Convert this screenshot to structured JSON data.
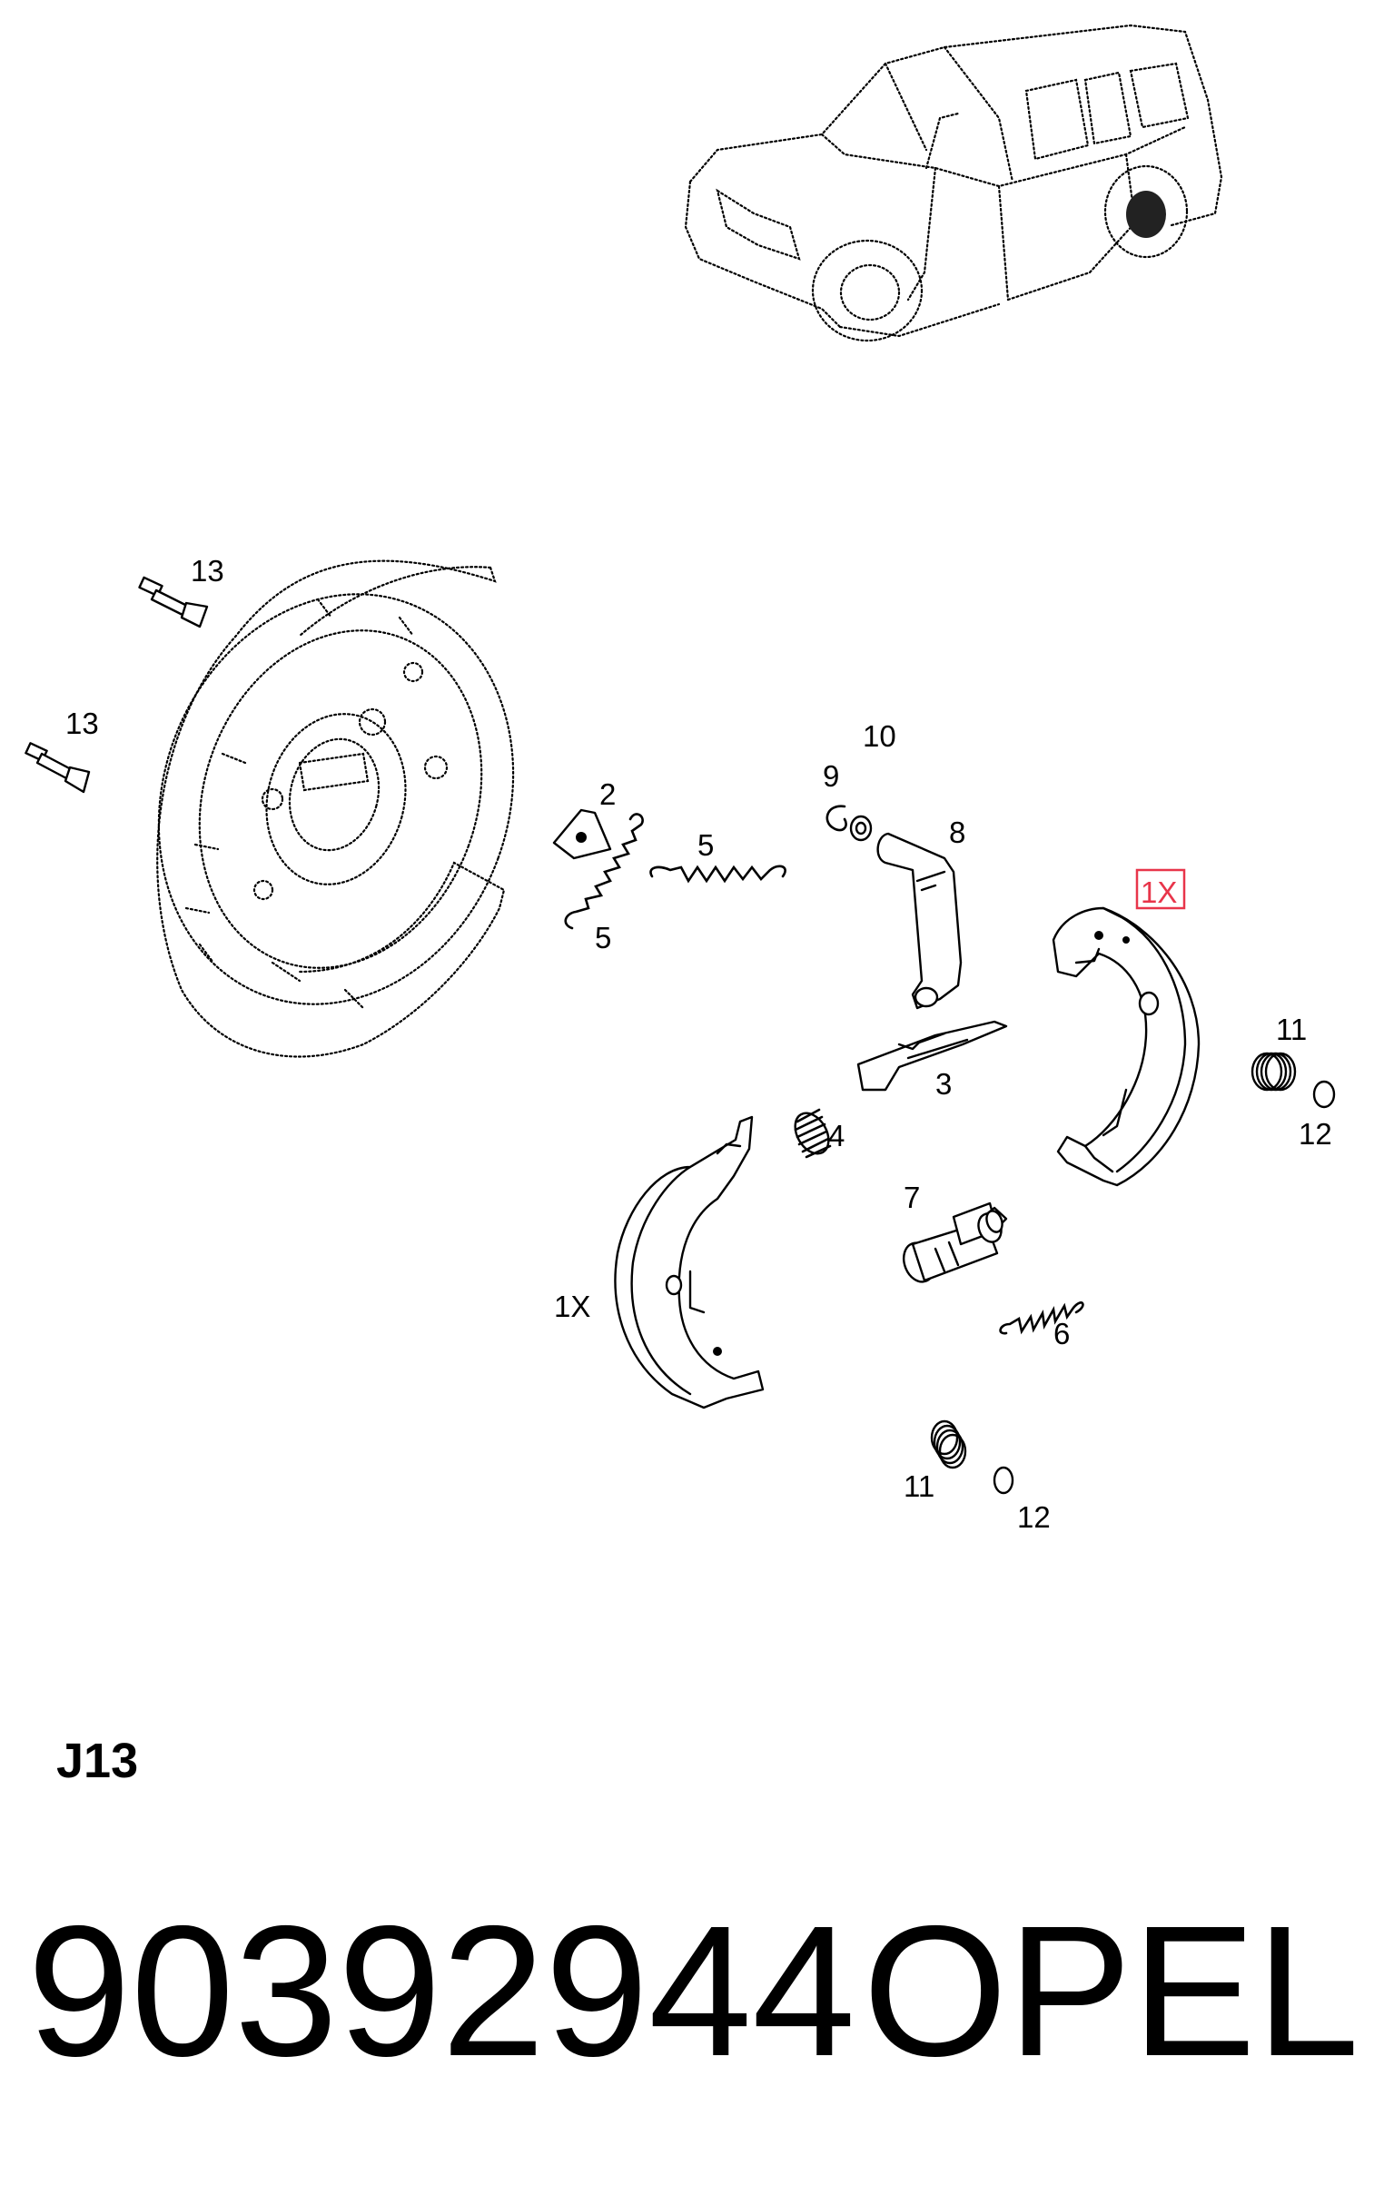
{
  "diagram": {
    "callouts": {
      "bolt_upper": "13",
      "bolt_lower": "13",
      "part_2": "2",
      "spring_5_right": "5",
      "spring_5_left": "5",
      "clip_9": "9",
      "washer_10": "10",
      "lever_8": "8",
      "shoe_right_qty": "1X",
      "strut_3": "3",
      "spring_4": "4",
      "spring_11_right": "11",
      "clip_12_right": "12",
      "adjuster_7": "7",
      "shoe_left_qty": "1X",
      "spring_6": "6",
      "spring_11_bottom": "11",
      "clip_12_bottom": "12"
    },
    "highlight_color": "#e8354a"
  },
  "section_code": "J13",
  "part_number": "90392944",
  "brand": "OPEL"
}
